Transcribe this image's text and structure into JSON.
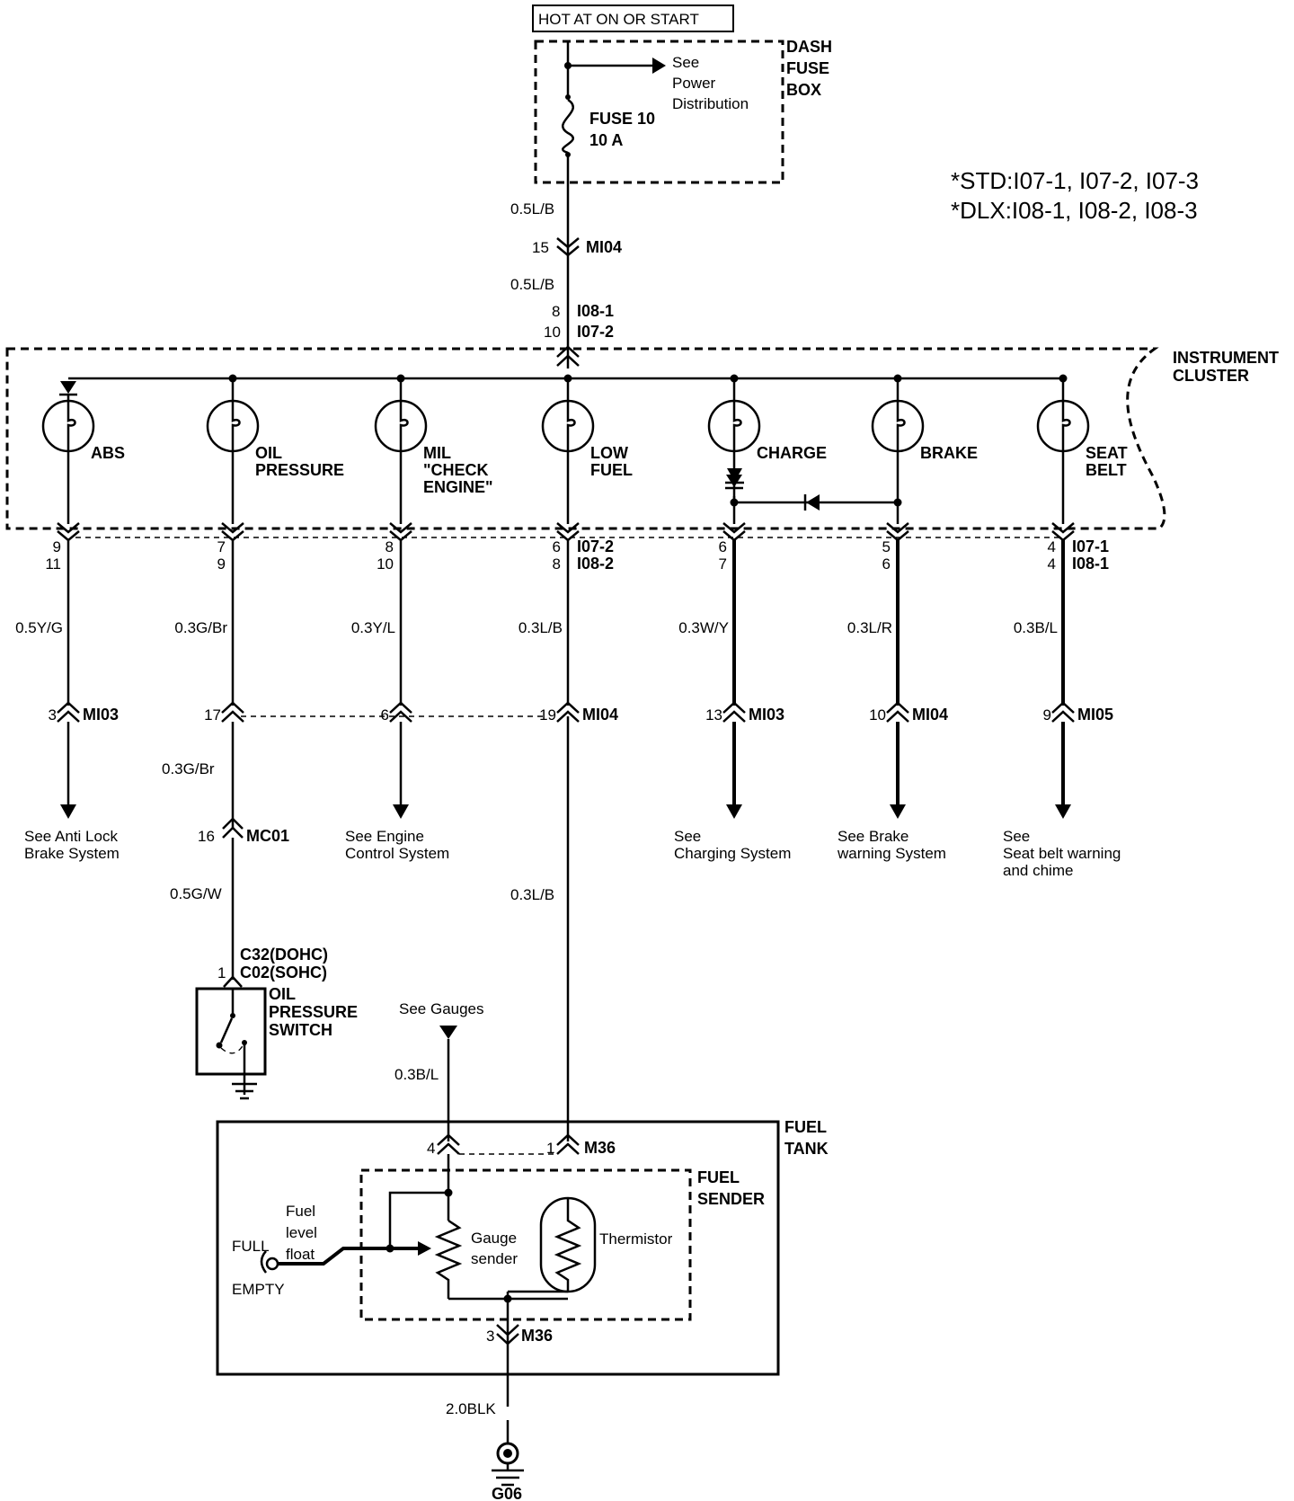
{
  "power": {
    "source_label": "HOT AT ON OR START",
    "fuse_box_label": [
      "DASH",
      "FUSE",
      "BOX"
    ],
    "see_power": [
      "See",
      "Power",
      "Distribution"
    ],
    "fuse_label": [
      "FUSE 10",
      "10 A"
    ],
    "wire_1": "0.5L/B",
    "conn_mi04_pin": "15",
    "conn_mi04": "MI04",
    "wire_2": "0.5L/B",
    "pin_i08": "8",
    "conn_i08": "I08-1",
    "pin_i07": "10",
    "conn_i07": "I07-2"
  },
  "notes": [
    "*STD:I07-1, I07-2, I07-3",
    "*DLX:I08-1, I08-2, I08-3"
  ],
  "cluster": {
    "label": [
      "INSTRUMENT",
      "CLUSTER"
    ],
    "lamps": [
      {
        "name": [
          "ABS"
        ],
        "pins": [
          "9",
          "11"
        ],
        "conn": [],
        "wire": "0.5Y/G",
        "dpin": "3",
        "dconn": "MI03",
        "see": [
          "See Anti Lock",
          "Brake System"
        ]
      },
      {
        "name": [
          "OIL",
          "PRESSURE"
        ],
        "pins": [
          "7",
          "9"
        ],
        "conn": [],
        "wire": "0.3G/Br",
        "dpin": "17",
        "dconn": "",
        "see": []
      },
      {
        "name": [
          "MIL",
          "\"CHECK",
          "ENGINE\""
        ],
        "pins": [
          "8",
          "10"
        ],
        "conn": [],
        "wire": "0.3Y/L",
        "dpin": "6",
        "dconn": "",
        "see": [
          "See Engine",
          "Control System"
        ]
      },
      {
        "name": [
          "LOW",
          "FUEL"
        ],
        "pins": [
          "6",
          "8"
        ],
        "conn": [
          "I07-2",
          "I08-2"
        ],
        "wire": "0.3L/B",
        "dpin": "19",
        "dconn": "MI04",
        "see": []
      },
      {
        "name": [
          "CHARGE"
        ],
        "pins": [
          "6",
          "7"
        ],
        "conn": [],
        "wire": "0.3W/Y",
        "dpin": "13",
        "dconn": "MI03",
        "see": [
          "See",
          "Charging System"
        ]
      },
      {
        "name": [
          "BRAKE"
        ],
        "pins": [
          "5",
          "6"
        ],
        "conn": [],
        "wire": "0.3L/R",
        "dpin": "10",
        "dconn": "MI04",
        "see": [
          "See  Brake",
          "warning System"
        ]
      },
      {
        "name": [
          "SEAT",
          "BELT"
        ],
        "pins": [
          "4",
          "4"
        ],
        "conn": [
          "I07-1",
          "I08-1"
        ],
        "wire": "0.3B/L",
        "dpin": "9",
        "dconn": "MI05",
        "see": [
          "See",
          "Seat belt warning",
          "and chime"
        ]
      }
    ]
  },
  "oil_circuit": {
    "wire_1": "0.3G/Br",
    "mc01_pin": "16",
    "mc01": "MC01",
    "wire_2": "0.5G/W",
    "switch_pin": "1",
    "switch_conn": [
      "C32(DOHC)",
      "C02(SOHC)"
    ],
    "switch_label": [
      "OIL",
      "PRESSURE",
      "SWITCH"
    ]
  },
  "fuel_circuit": {
    "wire_low_fuel": "0.3L/B",
    "see_gauges": "See Gauges",
    "wire_gauge": "0.3B/L",
    "tank_label": [
      "FUEL",
      "TANK"
    ],
    "sender_label": [
      "FUEL",
      "SENDER"
    ],
    "m36_pin_4": "4",
    "m36_pin_1": "1",
    "m36": "M36",
    "float_label": [
      "Fuel",
      "level",
      "float"
    ],
    "full": "FULL",
    "empty": "EMPTY",
    "gauge_sender": [
      "Gauge",
      "sender"
    ],
    "thermistor": "Thermistor",
    "m36_pin_3": "3",
    "m36_b": "M36",
    "ground_wire": "2.0BLK",
    "ground": "G06"
  }
}
